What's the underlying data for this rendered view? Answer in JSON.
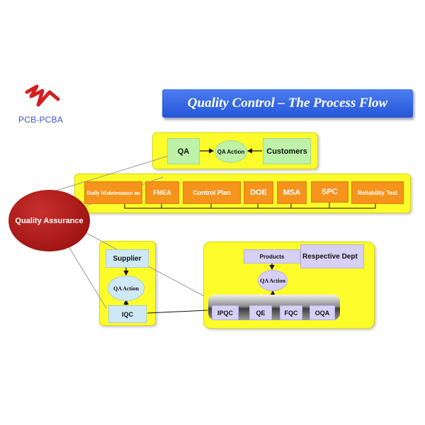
{
  "logo": {
    "text": "PCB-PCBA",
    "mark_color": "#d42020"
  },
  "title": "Quality Control – The Process Flow",
  "top_flow": {
    "qa": "QA",
    "qa_action": "QA Action",
    "customers": "Customers"
  },
  "processes": {
    "daily": "Daily Maintenance an",
    "fmea": "FMEA",
    "control_plan": "Control Plan",
    "doe": "DOE",
    "msa": "MSA",
    "spc": "SPC",
    "reliability": "Reliability Test"
  },
  "center": "Quality Assurance",
  "supplier_flow": {
    "supplier": "Supplier",
    "qa_action": "QA Action",
    "iqc": "IQC"
  },
  "production_flow": {
    "products": "Products",
    "respective_dept": "Respective Dept",
    "qa_action": "QA Action",
    "stages": [
      "IPQC",
      "QE",
      "FQC",
      "OQA"
    ]
  },
  "colors": {
    "panel": "#fcfc2a",
    "banner": "#2f62e0",
    "process": "#f5931c",
    "assurance": "#b01c1c",
    "green": "#bdf2a8",
    "blue": "#cfe8f5",
    "lavender": "#d6d0f4"
  }
}
